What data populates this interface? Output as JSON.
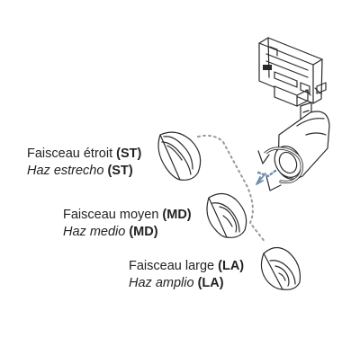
{
  "labels": {
    "narrow": {
      "fr": "Faisceau étroit",
      "es": "Haz estrecho",
      "code": "(ST)"
    },
    "medium": {
      "fr": "Faisceau moyen",
      "es": "Haz medio",
      "code": "(MD)"
    },
    "wide": {
      "fr": "Faisceau large",
      "es": "Haz amplio",
      "code": "(LA)"
    }
  },
  "colors": {
    "line": "#2a2a2a",
    "dots": "#9a9a9a",
    "arrow": "#6f8fb0",
    "text": "#222222"
  },
  "icons": [
    "track-adapter-icon",
    "spotlight-head-icon",
    "rotate-arrow-icon",
    "reflector-icon"
  ]
}
